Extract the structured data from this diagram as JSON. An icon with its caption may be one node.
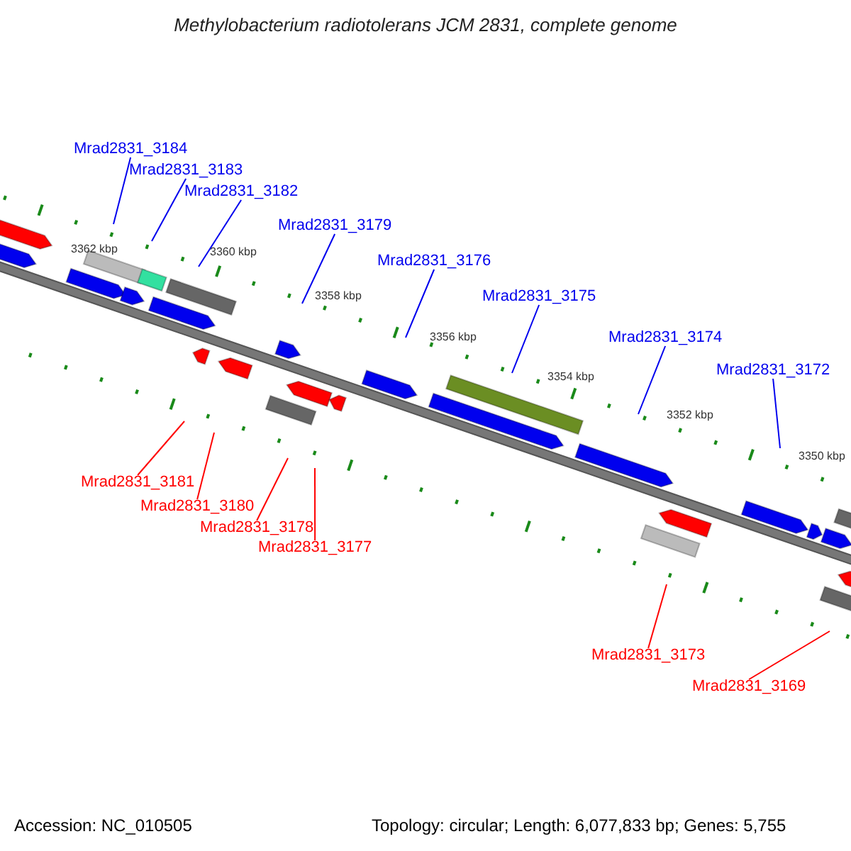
{
  "diagram": {
    "title": "Methylobacterium radiotolerans JCM 2831, complete genome",
    "nodes": [
      {
        "text": [
          "Mrad2831_3184"
        ]
      },
      {
        "text": [
          "Mrad2831_3183"
        ]
      },
      {
        "text": [
          "Mrad2831_3182"
        ]
      },
      {
        "text": [
          "Mrad2831_3179"
        ]
      },
      {
        "text": [
          "Mrad2831_3176"
        ]
      },
      {
        "text": [
          "Mrad2831_3175"
        ]
      },
      {
        "text": [
          "Mrad2831_3174"
        ]
      },
      {
        "text": [
          "Mrad2831_3172"
        ]
      },
      {
        "text": [
          "Mrad2831_3181"
        ]
      },
      {
        "text": [
          "Mrad2831_3180"
        ]
      },
      {
        "text": [
          "Mrad2831_3178"
        ]
      },
      {
        "text": [
          "Mrad2831_3177"
        ]
      },
      {
        "text": [
          "Mrad2831_3173"
        ]
      },
      {
        "text": [
          "Mrad2831_3169"
        ]
      }
    ],
    "edges": [
      {
        "from": 0,
        "to": null,
        "arrow": "none"
      },
      {
        "from": 1,
        "to": null,
        "arrow": "none"
      },
      {
        "from": 2,
        "to": null,
        "arrow": "none"
      },
      {
        "from": 3,
        "to": null,
        "arrow": "none"
      },
      {
        "from": 4,
        "to": null,
        "arrow": "none"
      },
      {
        "from": 5,
        "to": null,
        "arrow": "none"
      },
      {
        "from": 6,
        "to": null,
        "arrow": "none"
      },
      {
        "from": 7,
        "to": null,
        "arrow": "none"
      },
      {
        "from": 8,
        "to": null,
        "arrow": "none",
        "color": "#ff0000"
      },
      {
        "from": 9,
        "to": null,
        "arrow": "none",
        "color": "#ff0000"
      },
      {
        "from": 10,
        "to": null,
        "arrow": "none",
        "color": "#ff0000"
      },
      {
        "from": 11,
        "to": null,
        "arrow": "none",
        "color": "#ff0000"
      },
      {
        "from": 12,
        "to": null,
        "arrow": "none",
        "color": "#ff0000"
      },
      {
        "from": 13,
        "to": null,
        "arrow": "none",
        "color": "#ff0000"
      }
    ],
    "labels": [
      "3362 kbp",
      "3360 kbp",
      "3358 kbp",
      "3356 kbp",
      "3354 kbp",
      "3352 kbp",
      "3350 kbp",
      "Accession: NC_010505",
      "Topology: circular; Length: 6,077,833 bp; Genes: 5,755"
    ]
  }
}
